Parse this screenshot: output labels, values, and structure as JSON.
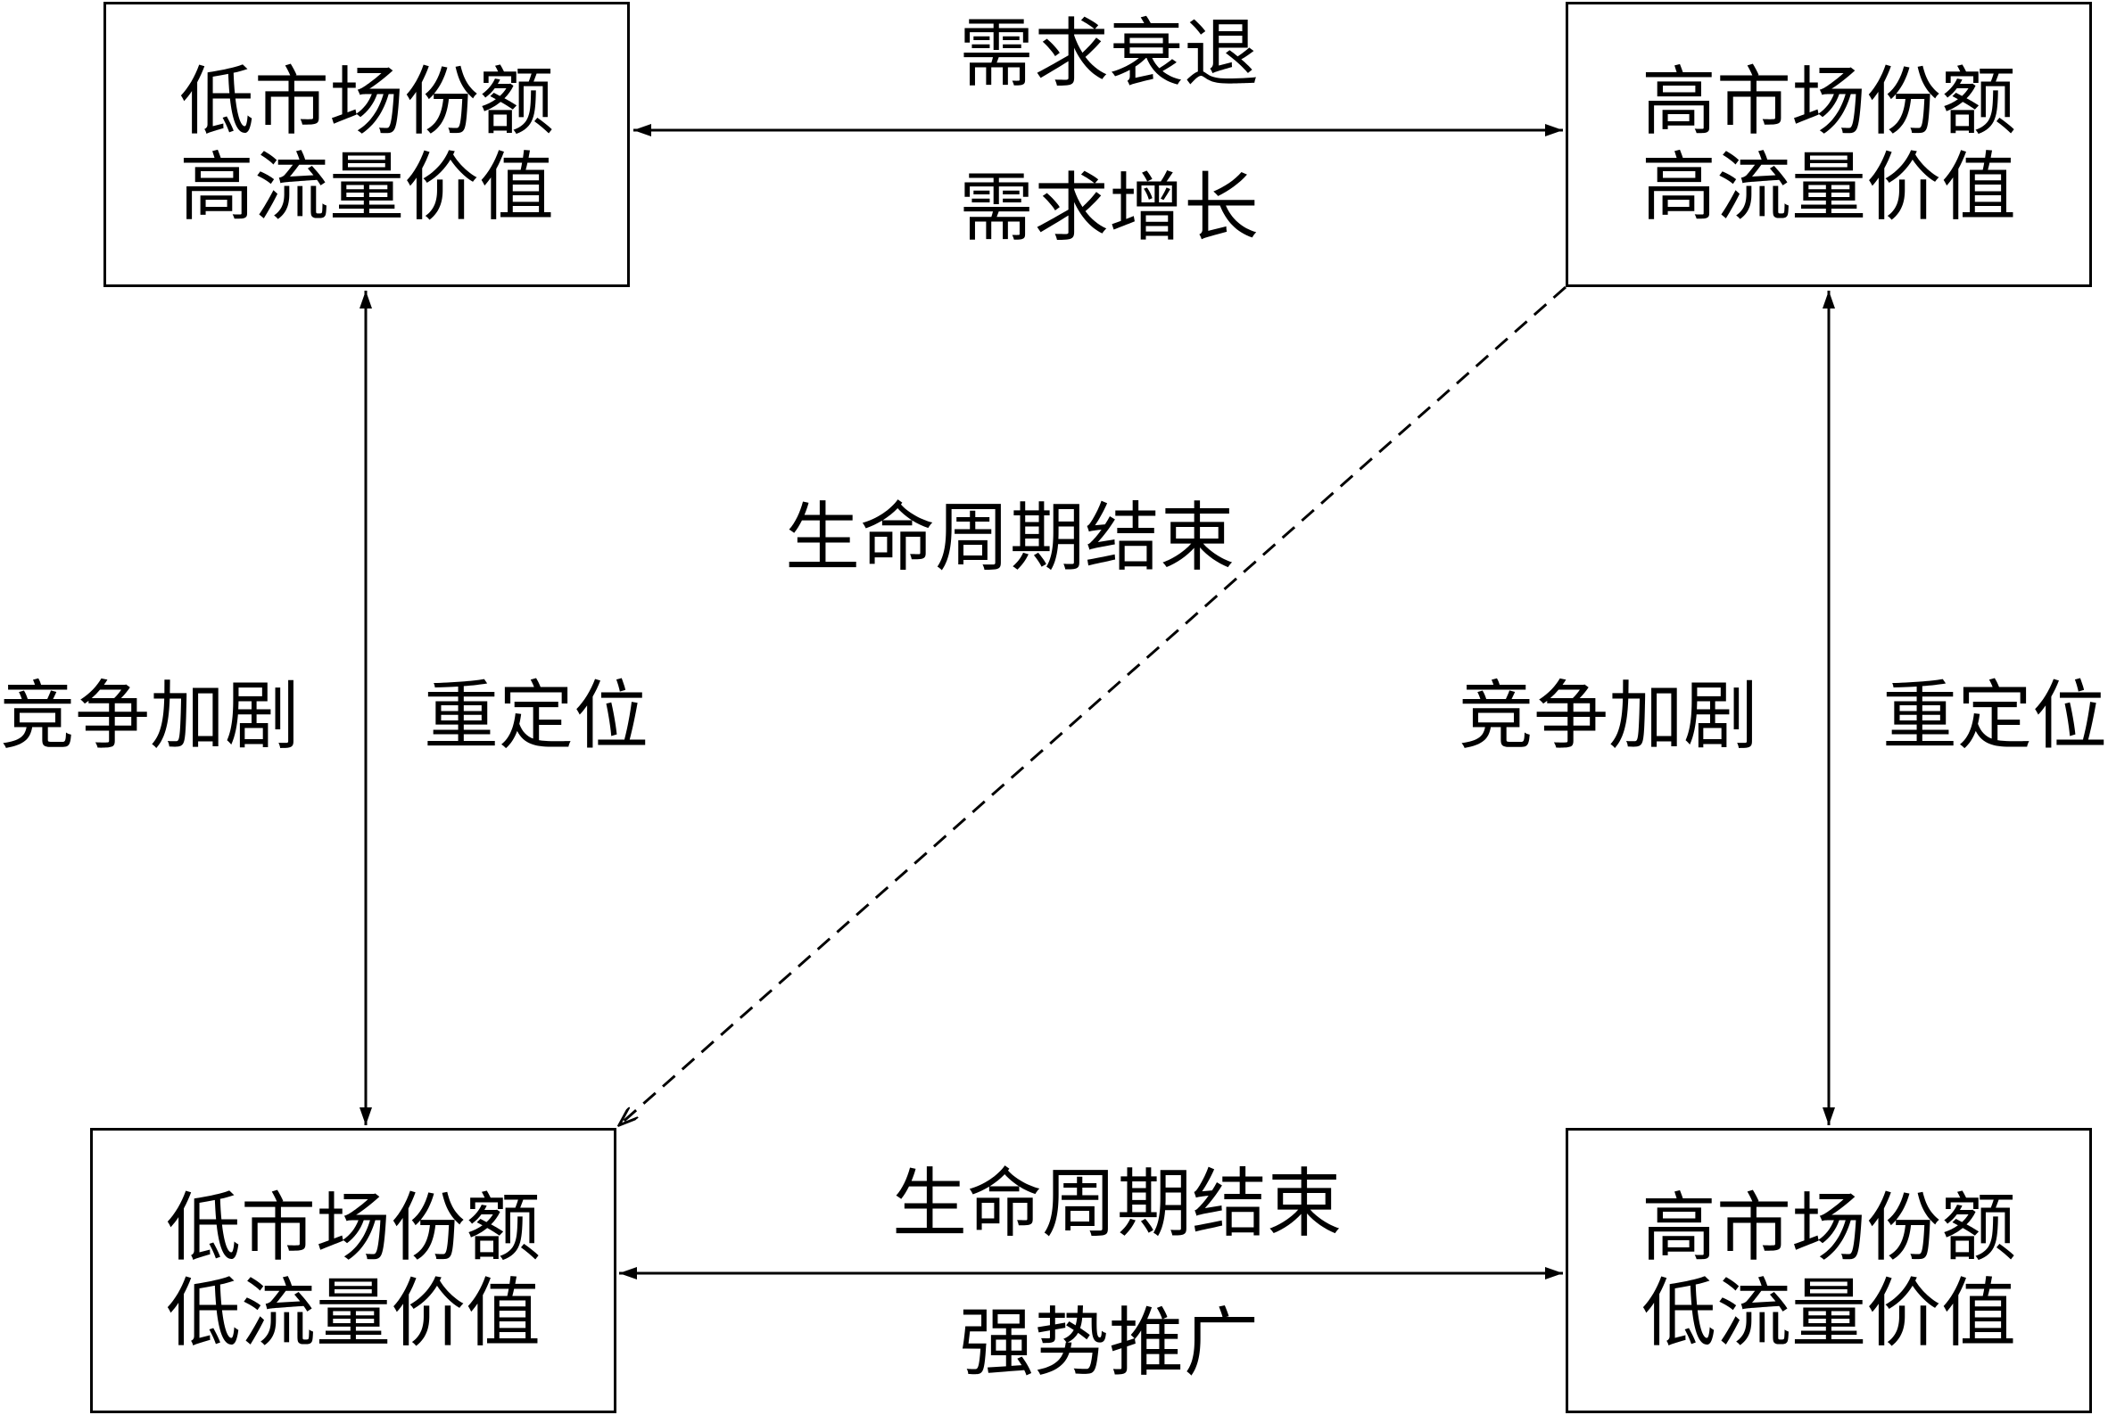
{
  "boxes": {
    "top_left": {
      "line1": "低市场份额",
      "line2": "高流量价值"
    },
    "top_right": {
      "line1": "高市场份额",
      "line2": "高流量价值"
    },
    "bottom_left": {
      "line1": "低市场份额",
      "line2": "低流量价值"
    },
    "bottom_right": {
      "line1": "高市场份额",
      "line2": "低流量价值"
    }
  },
  "edges": {
    "top": {
      "upper_label": "需求衰退",
      "lower_label": "需求增长"
    },
    "bottom": {
      "upper_label": "生命周期结束",
      "lower_label": "强势推广"
    },
    "left": {
      "outer_label": "竞争加剧",
      "inner_label": "重定位"
    },
    "right": {
      "outer_label": "竞争加剧",
      "inner_label": "重定位"
    },
    "diagonal": {
      "label": "生命周期结束",
      "style": "dashed"
    }
  }
}
